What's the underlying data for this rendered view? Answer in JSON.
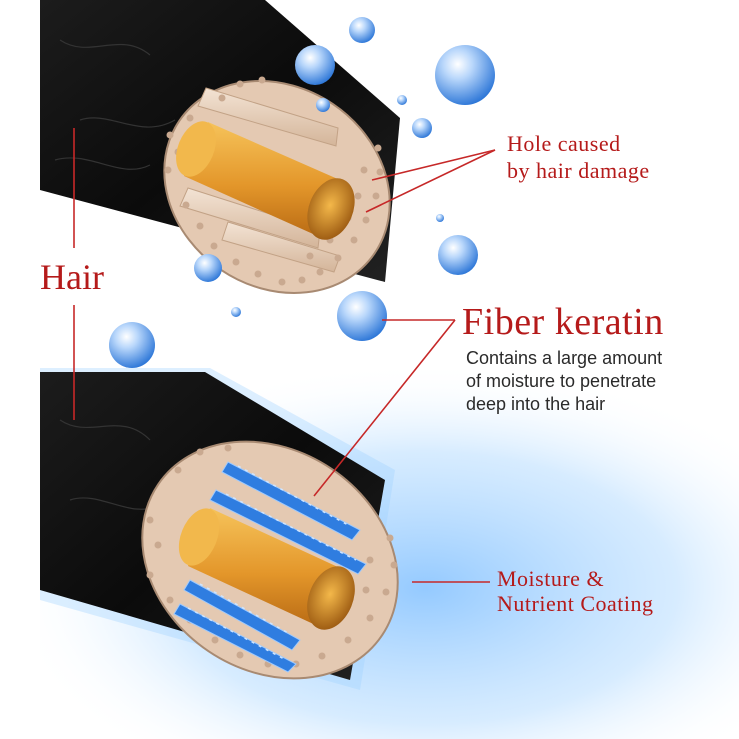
{
  "labels": {
    "hair": "Hair",
    "hole_line1": "Hole caused",
    "hole_line2": "by hair damage",
    "fiber_title": "Fiber keratin",
    "fiber_desc_line1": "Contains a large amount",
    "fiber_desc_line2": "of moisture to penetrate",
    "fiber_desc_line3": "deep into the hair",
    "moisture_line1": "Moisture &",
    "moisture_line2": "Nutrient Coating"
  },
  "colors": {
    "label_red": "#b51a1a",
    "leader_red": "#c62828",
    "hair_black": "#111111",
    "cortex_tan": "#e2c6ae",
    "medulla_orange": "#e39a2a",
    "droplet_blue": "#6fa9ef",
    "keratin_blue": "#2f7de0"
  }
}
